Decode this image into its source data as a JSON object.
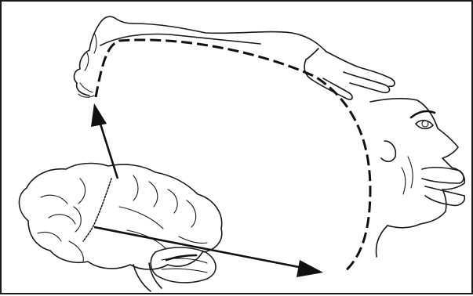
{
  "figure": {
    "elements": [
      "hand-and-arm",
      "face",
      "brain",
      "sensory-pathway",
      "motor-arrow",
      "sensory-arrow"
    ],
    "colors": {
      "ink": "#1a1a1a",
      "background": "#ffffff",
      "border": "#1a1a1a"
    }
  }
}
